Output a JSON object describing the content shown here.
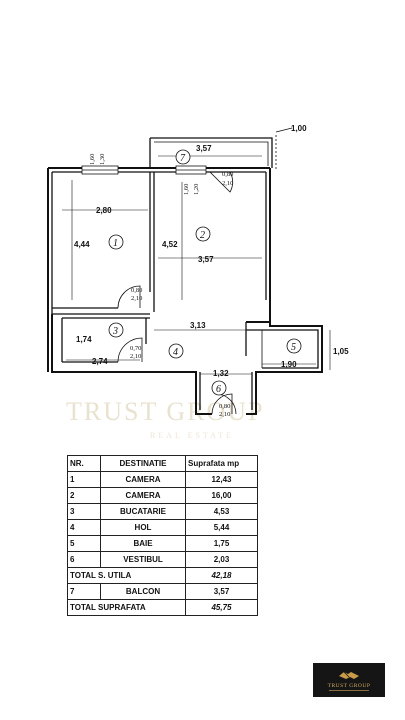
{
  "plan": {
    "balcony_width": "3,57",
    "balcony_depth": "1,00",
    "door_balcony_left_w": "1,60",
    "door_balcony_left_h": "1,30",
    "door_balcony_right_w": "1,60",
    "door_balcony_right_h": "1,20",
    "door_bal_w": "0,80",
    "door_bal_h": "2,10",
    "room1_width": "2,80",
    "room1_length": "4,44",
    "room2_width": "3,57",
    "room2_length": "4,52",
    "door1_w": "0,80",
    "door1_h": "2,10",
    "hall_length": "3,13",
    "kitchen_depth": "1,74",
    "kitchen_width": "2,74",
    "door3_w": "0,70",
    "door3_h": "2,10",
    "vestibule_width": "1,32",
    "bath_width": "1,90",
    "bath_depth": "1,05",
    "door6_w": "0,80",
    "door6_h": "2,10",
    "labels": [
      "1",
      "2",
      "3",
      "4",
      "5",
      "6",
      "7"
    ]
  },
  "watermark": {
    "text": "TRUST GROUP",
    "sub": "REAL ESTATE"
  },
  "table": {
    "headers": [
      "NR.",
      "DESTINATIE",
      "Suprafata mp"
    ],
    "rows": [
      {
        "nr": "1",
        "dest": "CAMERA",
        "area": "12,43"
      },
      {
        "nr": "2",
        "dest": "CAMERA",
        "area": "16,00"
      },
      {
        "nr": "3",
        "dest": "BUCATARIE",
        "area": "4,53"
      },
      {
        "nr": "4",
        "dest": "HOL",
        "area": "5,44"
      },
      {
        "nr": "5",
        "dest": "BAIE",
        "area": "1,75"
      },
      {
        "nr": "6",
        "dest": "VESTIBUL",
        "area": "2,03"
      }
    ],
    "total_util_label": "TOTAL S. UTILA",
    "total_util_value": "42,18",
    "balcony_row": {
      "nr": "7",
      "dest": "BALCON",
      "area": "3,57"
    },
    "total_label": "TOTAL SUPRAFATA",
    "total_value": "45,75"
  },
  "logo": {
    "brand": "TRUST GROUP"
  }
}
